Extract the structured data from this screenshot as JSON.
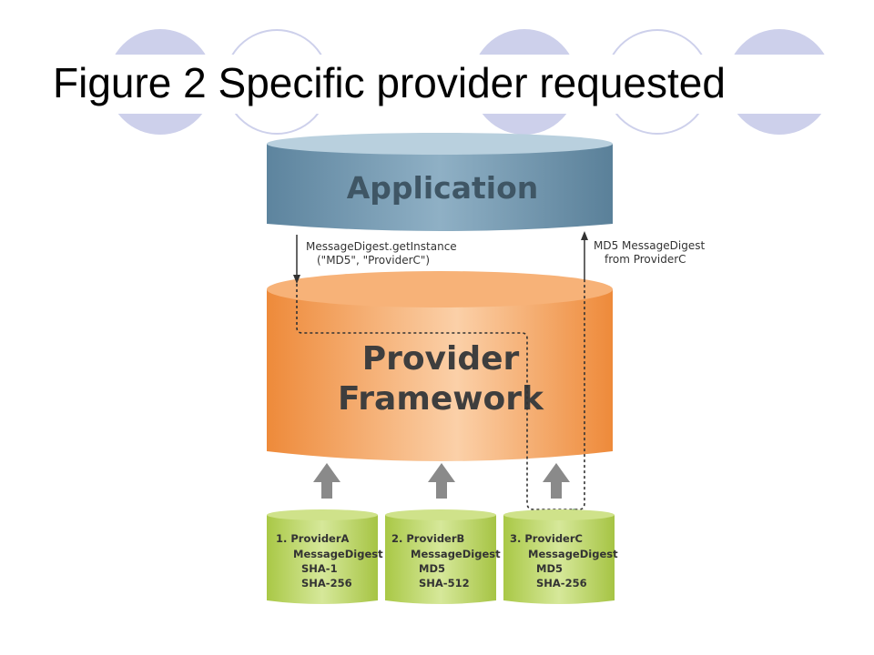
{
  "slide": {
    "title": "Figure 2 Specific provider requested"
  },
  "diagram": {
    "application_label": "Application",
    "framework_label_line1": "Provider",
    "framework_label_line2": "Framework",
    "request_label_line1": "MessageDigest.getInstance",
    "request_label_line2": "(\"MD5\", \"ProviderC\")",
    "response_label_line1": "MD5 MessageDigest",
    "response_label_line2": "from ProviderC",
    "providers": [
      {
        "name": "1. ProviderA",
        "service": "MessageDigest",
        "algorithms": [
          "SHA-1",
          "SHA-256"
        ]
      },
      {
        "name": "2. ProviderB",
        "service": "MessageDigest",
        "algorithms": [
          "MD5",
          "SHA-512"
        ]
      },
      {
        "name": "3. ProviderC",
        "service": "MessageDigest",
        "algorithms": [
          "MD5",
          "SHA-256"
        ]
      }
    ],
    "selected_mark": "✓",
    "colors": {
      "application": "#6f97b0",
      "framework": "#f0984a",
      "provider": "#b7d45a",
      "arrow": "#8a8a8a",
      "check": "#2f7d2f"
    }
  }
}
